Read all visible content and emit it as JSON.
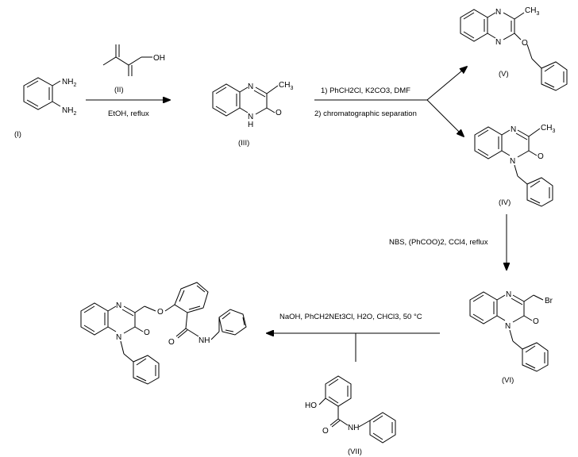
{
  "compounds": {
    "I": {
      "label": "(I)",
      "nh2_top": "NH",
      "nh2_bottom": "NH",
      "sub2": "2"
    },
    "II": {
      "label": "(II)",
      "oh": "OH"
    },
    "III": {
      "label": "(III)",
      "n": "N",
      "nh": "N",
      "h": "H",
      "o": "O",
      "ch3": "CH",
      "sub3": "3"
    },
    "IV": {
      "label": "(IV)",
      "n1": "N",
      "n2": "N",
      "o": "O",
      "ch3": "CH",
      "sub3": "3"
    },
    "V": {
      "label": "(V)",
      "n1": "N",
      "n2": "N",
      "o": "O",
      "ch3": "CH",
      "sub3": "3"
    },
    "VI": {
      "label": "(VI)",
      "n1": "N",
      "n2": "N",
      "o": "O",
      "br": "Br"
    },
    "VII": {
      "label": "(VII)",
      "ho": "HO",
      "o": "O",
      "nh": "NH"
    },
    "product": {
      "n1": "N",
      "n2": "N",
      "o_ring": "O",
      "o_ether": "O",
      "o_amide": "O",
      "nh": "NH"
    }
  },
  "conditions": {
    "step1_below": "EtOH, reflux",
    "step2_line1": "1) PhCH2Cl, K2CO3, DMF",
    "step2_line2": "2) chromatographic separation",
    "step3": "NBS, (PhCOO)2, CCl4, reflux",
    "step4": "NaOH, PhCH2NEt3Cl, H2O, CHCl3, 50 °C"
  }
}
